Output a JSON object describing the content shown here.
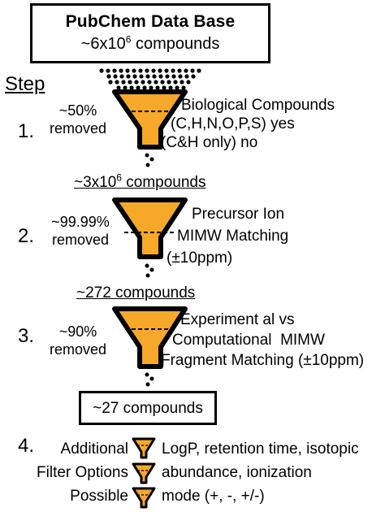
{
  "header": {
    "title": "PubChem Data Base",
    "subtitle_base": "~6x10",
    "subtitle_exp": "6",
    "subtitle_unit": " compounds"
  },
  "step_header": "Step",
  "steps": [
    {
      "number": "1.",
      "removed_pct": "~50%",
      "removed_label": "removed",
      "description": [
        "Biological Compounds",
        "(C,H,N,O,P,S) yes",
        "(C&H only) no"
      ]
    },
    {
      "number": "2.",
      "removed_pct": "~99.99%",
      "removed_label": "removed",
      "description": [
        "Precursor Ion",
        "MIMW Matching",
        "(±10ppm)"
      ]
    },
    {
      "number": "3.",
      "removed_pct": "~90%",
      "removed_label": "removed",
      "description": [
        "Experiment al vs",
        "Computational  MIMW",
        "Fragment Matching (±10ppm)"
      ]
    },
    {
      "number": "4.",
      "left_labels": [
        "Additional",
        "Filter Options",
        "Possible"
      ],
      "description": [
        "LogP, retention time, isotopic",
        "abundance, ionization",
        "mode (+, -, +/-)"
      ]
    }
  ],
  "counts": {
    "after_step1_base": "~3x10",
    "after_step1_exp": "6",
    "after_step1_unit": " compounds",
    "after_step2": "~272 compounds",
    "after_step3": "~27 compounds"
  },
  "colors": {
    "funnel_fill": "#f5a82a",
    "funnel_stroke": "#000000",
    "dots": "#000000"
  }
}
